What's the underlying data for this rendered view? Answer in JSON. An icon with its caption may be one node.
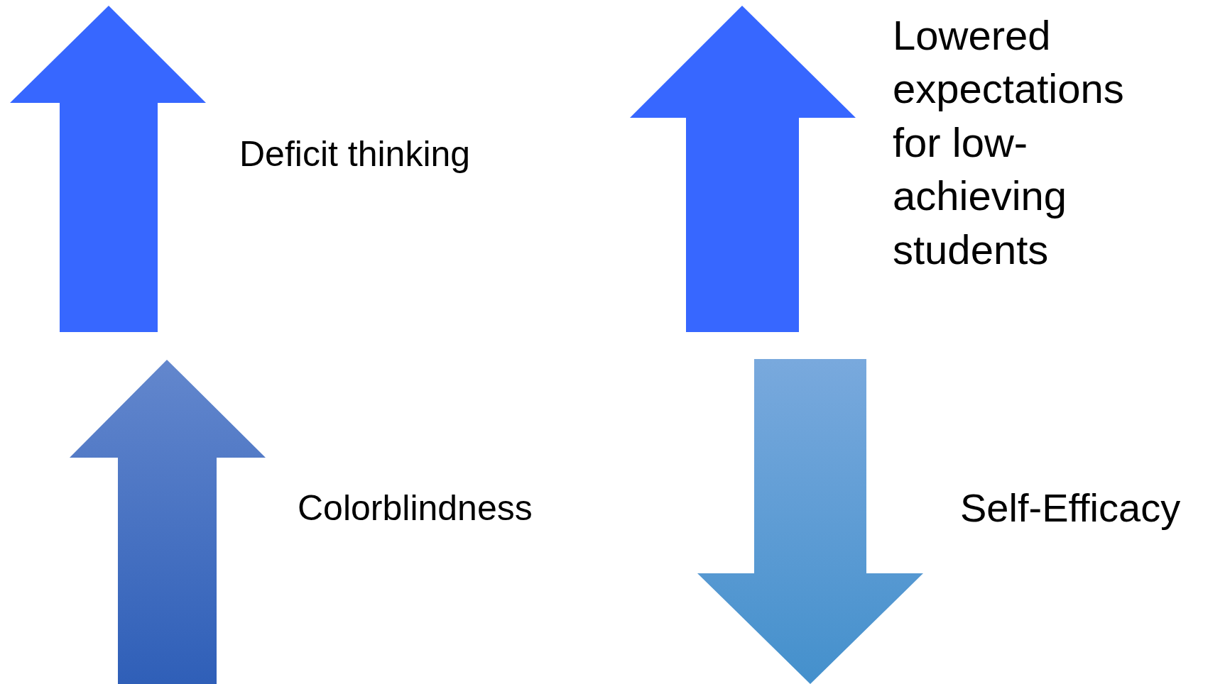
{
  "diagram": {
    "labels": [
      "Deficit thinking",
      "Lowered expectations for low-achieving students",
      "Colorblindness",
      "Self-Efficacy"
    ]
  }
}
